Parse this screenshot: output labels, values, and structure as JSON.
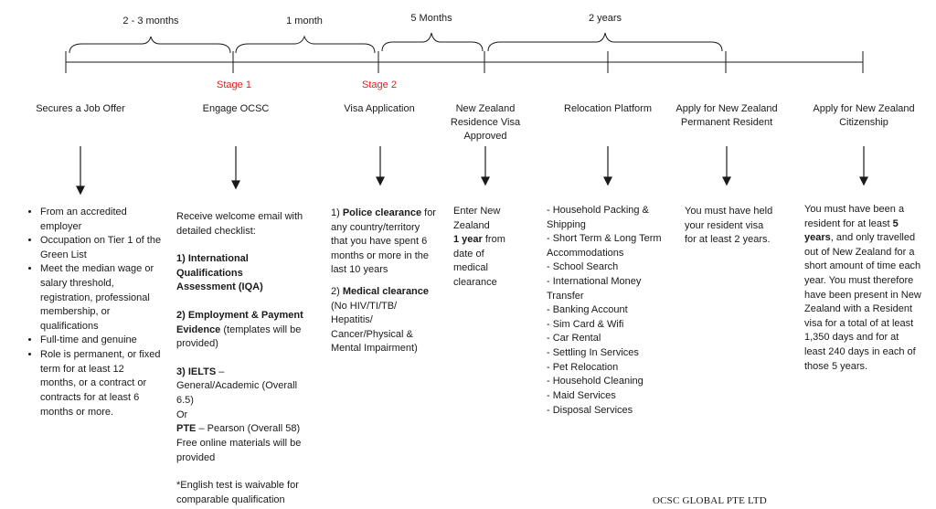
{
  "durations": [
    "2 - 3 months",
    "1 month",
    "5 Months",
    "2 years"
  ],
  "stages": [
    "Stage 1",
    "Stage 2"
  ],
  "headings": [
    "Secures a Job Offer",
    "Engage OCSC",
    "Visa Application",
    "New Zealand Residence Visa Approved",
    "Relocation Platform",
    "Apply for New Zealand Permanent Resident",
    "Apply for New Zealand Citizenship"
  ],
  "col1": {
    "bullets": [
      "From an accredited employer",
      "Occupation on Tier 1 of the Green List",
      "Meet the median wage or salary threshold, registration, professional membership, or qualifications",
      "Full-time and genuine",
      "Role is permanent, or fixed term for at least 12 months, or a contract or contracts for at least 6 months or more."
    ]
  },
  "col2": {
    "intro": "Receive welcome email with detailed checklist:",
    "item1_bold": "1) International Qualifications Assessment (IQA)",
    "item2_bold": "2) Employment & Payment Evidence",
    "item2_rest": " (templates will be provided)",
    "item3_bold": "3) IELTS",
    "item3_rest": " – General/Academic (Overall 6.5)",
    "or": "Or",
    "pte_bold": "PTE",
    "pte_rest": " – Pearson (Overall 58) Free online materials will be provided",
    "note": "*English test is waivable for comparable qualification"
  },
  "col3": {
    "item1_prefix": "1) ",
    "item1_bold": "Police clearance",
    "item1_rest": " for any country/territory that you have spent 6 months or more in the last 10 years",
    "item2_prefix": "2) ",
    "item2_bold": "Medical clearance",
    "item2_rest": " (No HIV/TI/TB/ Hepatitis/ Cancer/Physical & Mental Impairment)"
  },
  "col4": {
    "pre": "Enter New Zealand",
    "bold": "1 year",
    "post": " from date of medical clearance"
  },
  "col5": {
    "items": [
      "- Household Packing & Shipping",
      "- Short Term & Long Term Accommodations",
      "- School Search",
      "- International Money Transfer",
      "- Banking Account",
      "- Sim Card & Wifi",
      "- Car Rental",
      "- Settling In Services",
      "- Pet Relocation",
      "- Household Cleaning",
      "- Maid Services",
      "- Disposal Services"
    ]
  },
  "col6": {
    "text": "You must have held your resident visa for at least 2 years."
  },
  "col7": {
    "pre": "You must have been a resident for at least ",
    "bold": "5 years",
    "post": ", and only travelled out of New Zealand for a short amount of time each year. You must therefore have been present in New Zealand with a Resident visa for a total of at least 1,350 days and for at least 240 days in each of those 5 years."
  },
  "footer": "OCSC GLOBAL PTE LTD",
  "colors": {
    "stage": "#e02020",
    "line": "#1a1a1a"
  }
}
